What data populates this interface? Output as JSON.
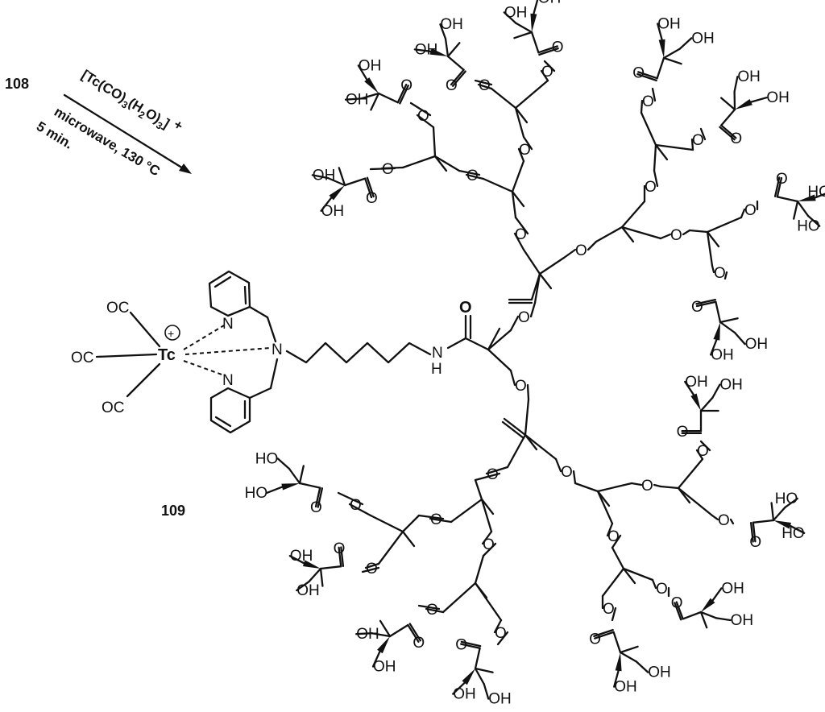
{
  "reaction": {
    "reactant_id": "108",
    "product_id": "109",
    "reagent": {
      "main": "[Tc(CO)",
      "sub1": "3",
      "mid": "(H",
      "sub2": "2",
      "mid2": "O)",
      "sub3": "3",
      "end": "]",
      "charge": "+"
    },
    "conditions_line1": "microwave, 130 °C",
    "conditions_line2": "5 min."
  },
  "atoms": {
    "oc": "OC",
    "tc": "Tc",
    "n": "N",
    "nh_n": "N",
    "nh_h": "H",
    "o": "O",
    "oh": "OH",
    "ho": "HO",
    "plus": "+"
  }
}
